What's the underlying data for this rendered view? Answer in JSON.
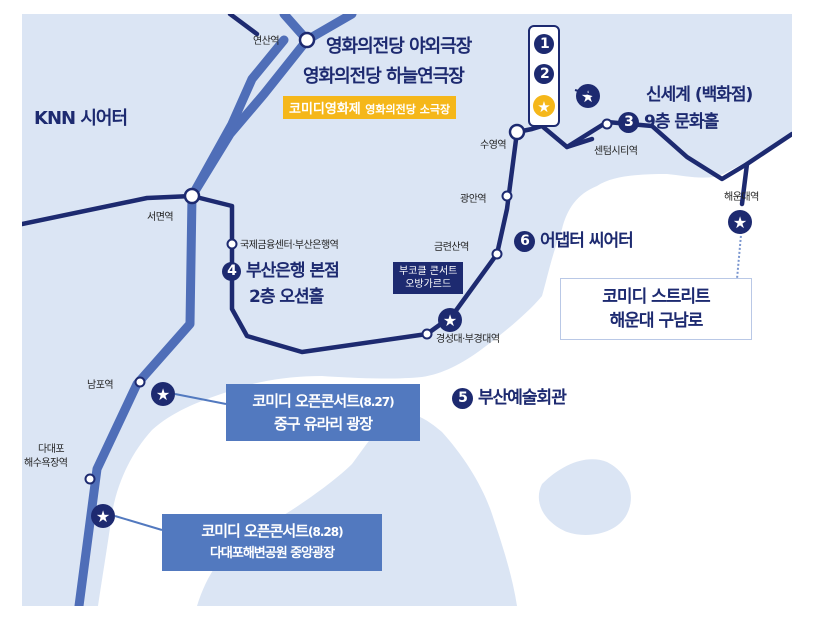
{
  "colors": {
    "land": "#dbe5f4",
    "sea": "#ffffff",
    "line": "#1d2a70",
    "subway_light": "#4f6eb8",
    "highlight": "#f5b71a",
    "label_box": "#5279bf"
  },
  "theater_label": "KNN 시어터",
  "stations": {
    "yeonsan": "연산역",
    "seomyeon": "서면역",
    "suyeong": "수영역",
    "centum": "센텀시티역",
    "haeundae": "해운대역",
    "gwangan": "광안역",
    "geumnyeonsan": "금련산역",
    "gukje": "국제금융센터·부산은행역",
    "kyungsung": "경성대·부경대역",
    "nampo": "남포역",
    "dadaepo_1": "다대포",
    "dadaepo_2": "해수욕장역"
  },
  "venues": {
    "v1": {
      "num": "1",
      "label": "영화의전당 야외극장"
    },
    "v2": {
      "num": "2",
      "label": "영화의전당 하늘연극장"
    },
    "v_star": {
      "label_a": "코미디영화제",
      "label_b": "영화의전당 소극장"
    },
    "v3": {
      "num": "3",
      "label_1": "신세계 (백화점)",
      "label_2": "9층 문화홀"
    },
    "v4": {
      "num": "4",
      "label_1": "부산은행 본점",
      "label_2": "2층 오션홀"
    },
    "v5": {
      "num": "5",
      "label": "부산예술회관"
    },
    "v6": {
      "num": "6",
      "label": "어댑터 씨어터"
    }
  },
  "busker": {
    "line_1": "부코클 콘서트",
    "line_2": "오방가르드"
  },
  "street": {
    "line_1": "코미디 스트리트",
    "line_2": "해운대 구남로"
  },
  "concert_1": {
    "line_1": "코미디 오픈콘서트",
    "date": "(8.27)",
    "line_2": "중구 유라리 광장"
  },
  "concert_2": {
    "line_1": "코미디 오픈콘서트",
    "date": "(8.28)",
    "line_2": "다대포해변공원 중앙광장"
  }
}
